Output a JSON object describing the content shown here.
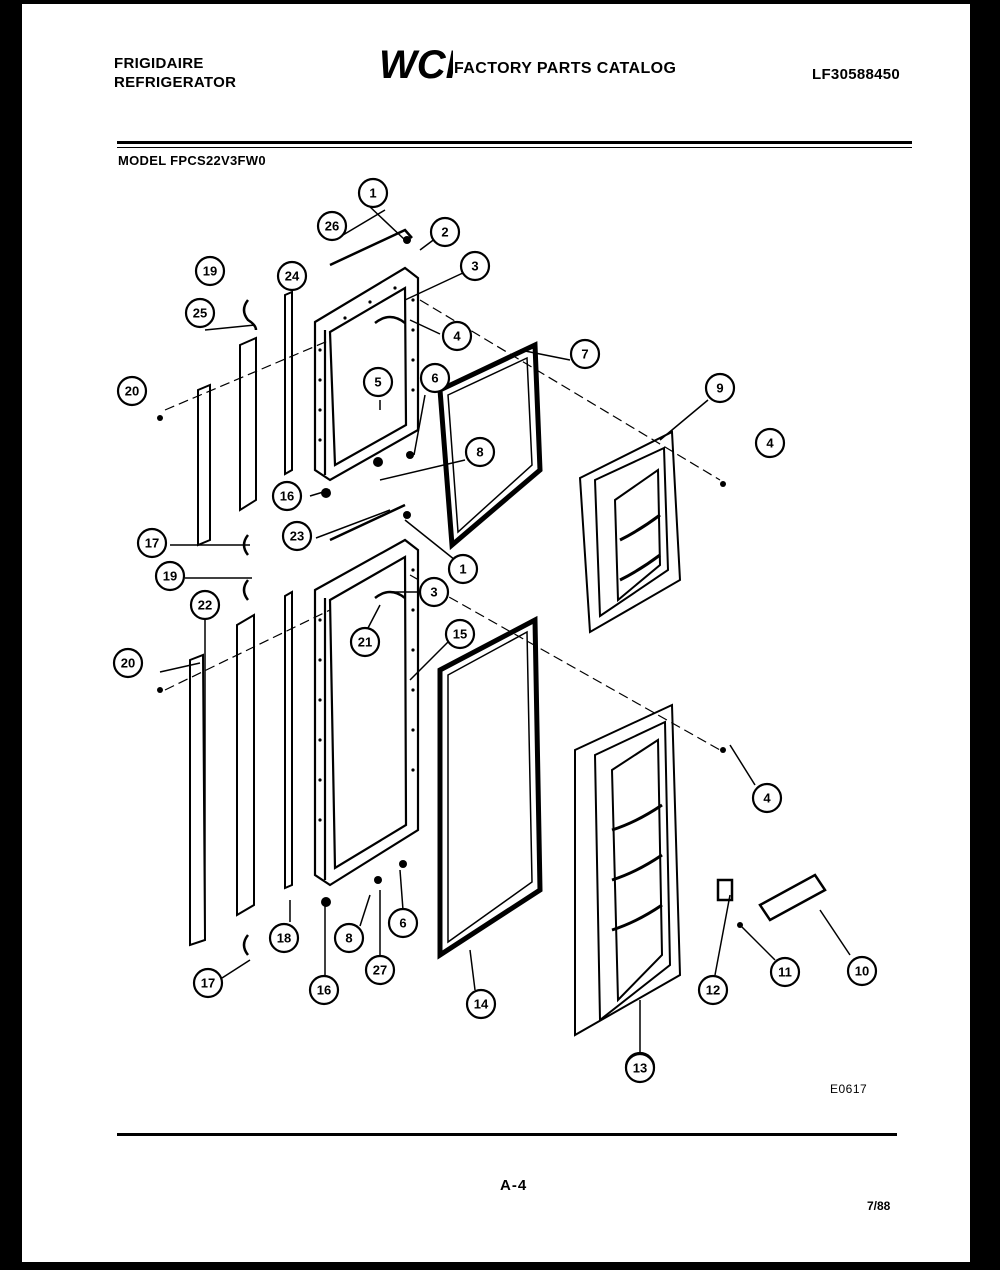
{
  "header": {
    "brand_line1": "FRIGIDAIRE",
    "brand_line2": "REFRIGERATOR",
    "logo_text": "WCI",
    "catalog_title": "FACTORY PARTS CATALOG",
    "part_number": "LF30588450",
    "model_label": "MODEL FPCS22V3FW0"
  },
  "diagram": {
    "drawing_code": "E0617",
    "callouts": [
      "1",
      "26",
      "2",
      "3",
      "24",
      "19",
      "25",
      "4",
      "5",
      "6",
      "7",
      "20",
      "9",
      "8",
      "16",
      "4",
      "23",
      "1",
      "17",
      "19",
      "3",
      "22",
      "21",
      "15",
      "20",
      "4",
      "13",
      "18",
      "8",
      "6",
      "17",
      "16",
      "27",
      "14",
      "12",
      "11",
      "10",
      "13"
    ]
  },
  "footer": {
    "page": "A-4",
    "date": "7/88"
  }
}
